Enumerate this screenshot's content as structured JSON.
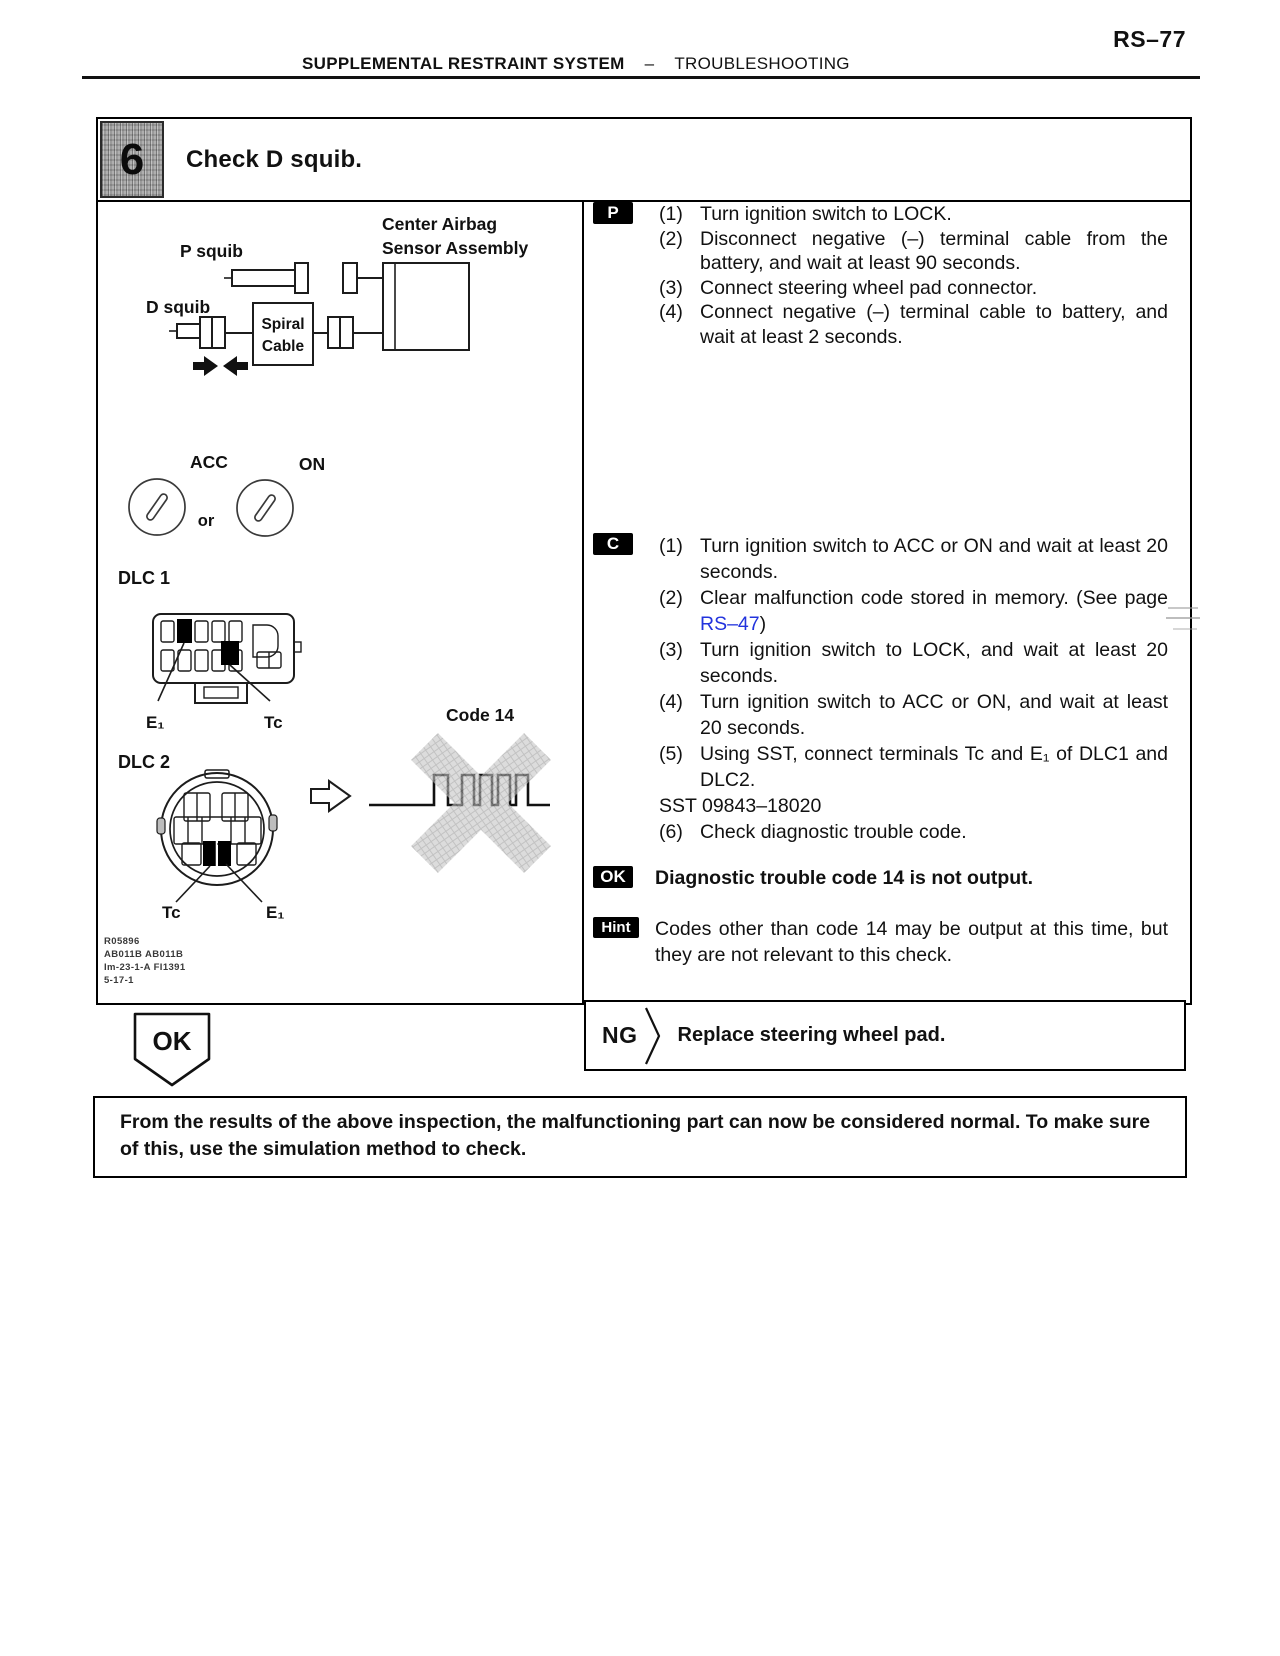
{
  "header": {
    "page_number": "RS–77",
    "section": "SUPPLEMENTAL RESTRAINT SYSTEM",
    "dash": "–",
    "subsection": "TROUBLESHOOTING"
  },
  "step": {
    "number": "6",
    "title": "Check D squib."
  },
  "figure": {
    "squib": {
      "p_squib": "P squib",
      "d_squib": "D squib",
      "spiral_line1": "Spiral",
      "spiral_line2": "Cable",
      "sensor_line1": "Center Airbag",
      "sensor_line2": "Sensor Assembly"
    },
    "ignition": {
      "acc": "ACC",
      "on": "ON",
      "or": "or"
    },
    "dlc1": {
      "label": "DLC 1",
      "e1": "E₁",
      "tc": "Tc"
    },
    "dlc2": {
      "label": "DLC 2",
      "tc": "Tc",
      "e1": "E₁"
    },
    "code14": {
      "label": "Code 14"
    },
    "ref_codes": [
      "R05896",
      "AB011B AB011B",
      "Im-23-1-A FI1391",
      "5-17-1"
    ]
  },
  "procedure": {
    "prepare": {
      "badge": "P",
      "steps": [
        {
          "num": "(1)",
          "text": "Turn ignition switch to LOCK."
        },
        {
          "num": "(2)",
          "text": "Disconnect negative (–) terminal cable from the battery, and wait at least 90 seconds."
        },
        {
          "num": "(3)",
          "text": "Connect steering wheel pad connector."
        },
        {
          "num": "(4)",
          "text": "Connect negative (–) terminal cable to battery, and wait at least 2 seconds."
        }
      ]
    },
    "check": {
      "badge": "C",
      "steps": [
        {
          "num": "(1)",
          "text": "Turn ignition switch to ACC or ON and wait at least 20 seconds."
        },
        {
          "num": "(2)",
          "before": "Clear malfunction code stored in memory. (See page ",
          "link": "RS–47",
          "after": ")"
        },
        {
          "num": "(3)",
          "text": "Turn ignition switch to LOCK, and wait at least 20 seconds."
        },
        {
          "num": "(4)",
          "text": "Turn ignition switch to ACC or ON, and wait at least 20 seconds."
        },
        {
          "num": "(5)",
          "text": "Using SST, connect terminals Tc and E₁ of DLC1 and DLC2."
        }
      ],
      "sst_line": "SST 09843–18020",
      "step6": {
        "num": "(6)",
        "text": "Check diagnostic trouble code."
      }
    },
    "ok": {
      "badge": "OK",
      "text": "Diagnostic trouble code 14 is not output."
    },
    "hint": {
      "badge": "Hint",
      "text": "Codes other than code 14 may be output at this time, but they are not relevant to this check."
    }
  },
  "ng": {
    "badge": "NG",
    "action": "Replace steering wheel pad."
  },
  "ok_route": {
    "label": "OK"
  },
  "note": "From the results of the above inspection, the malfunctioning part can now be considered normal. To make sure of this, use the simulation method to check.",
  "colors": {
    "link_blue": "#2233dd",
    "badge_black": "#000000",
    "x_mark_grey": "#b5b5b5"
  }
}
